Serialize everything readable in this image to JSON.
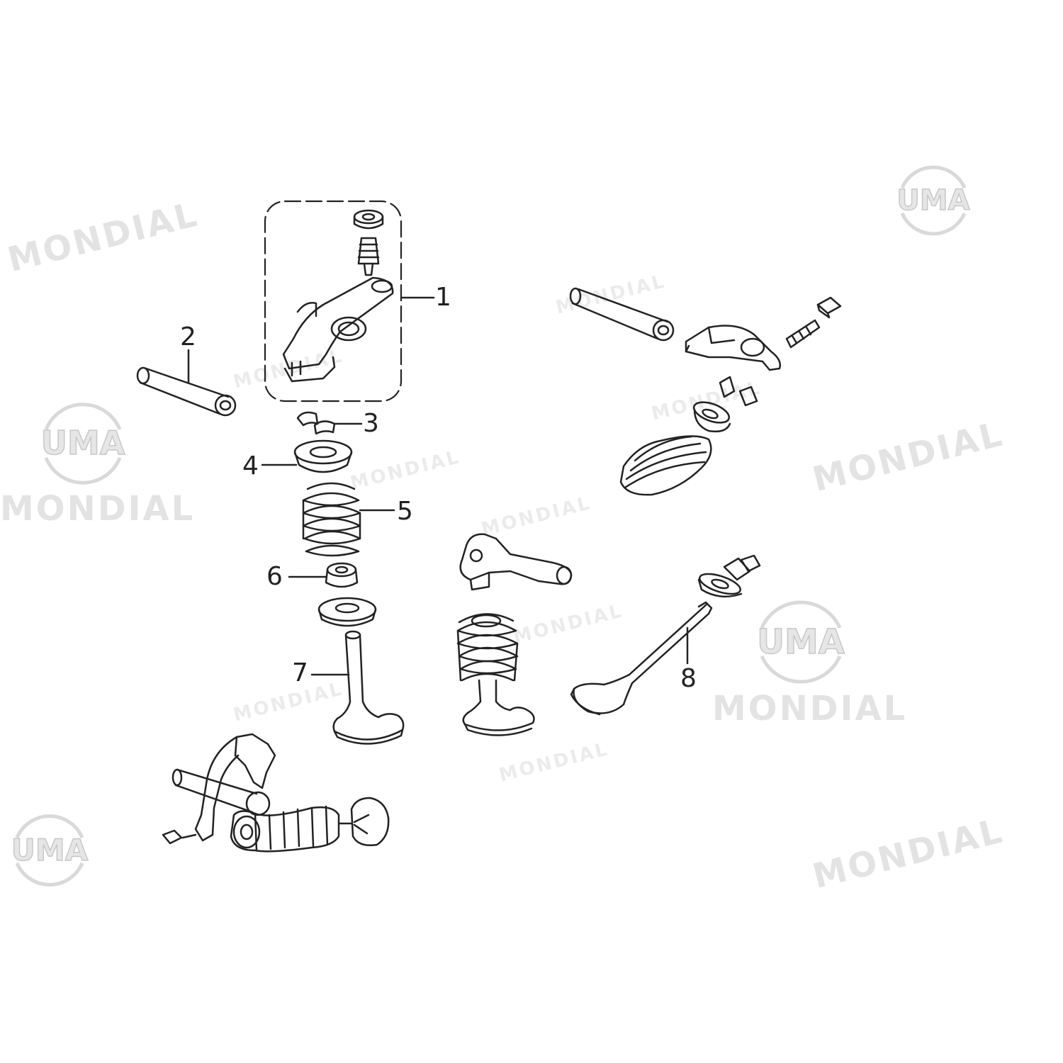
{
  "watermark": {
    "brand": "MONDIAL",
    "logo_text": "UMA"
  },
  "callouts": [
    "1",
    "2",
    "3",
    "4",
    "5",
    "6",
    "7",
    "8"
  ],
  "colors": {
    "line": "#222222",
    "watermark": "#e3e3e3"
  }
}
